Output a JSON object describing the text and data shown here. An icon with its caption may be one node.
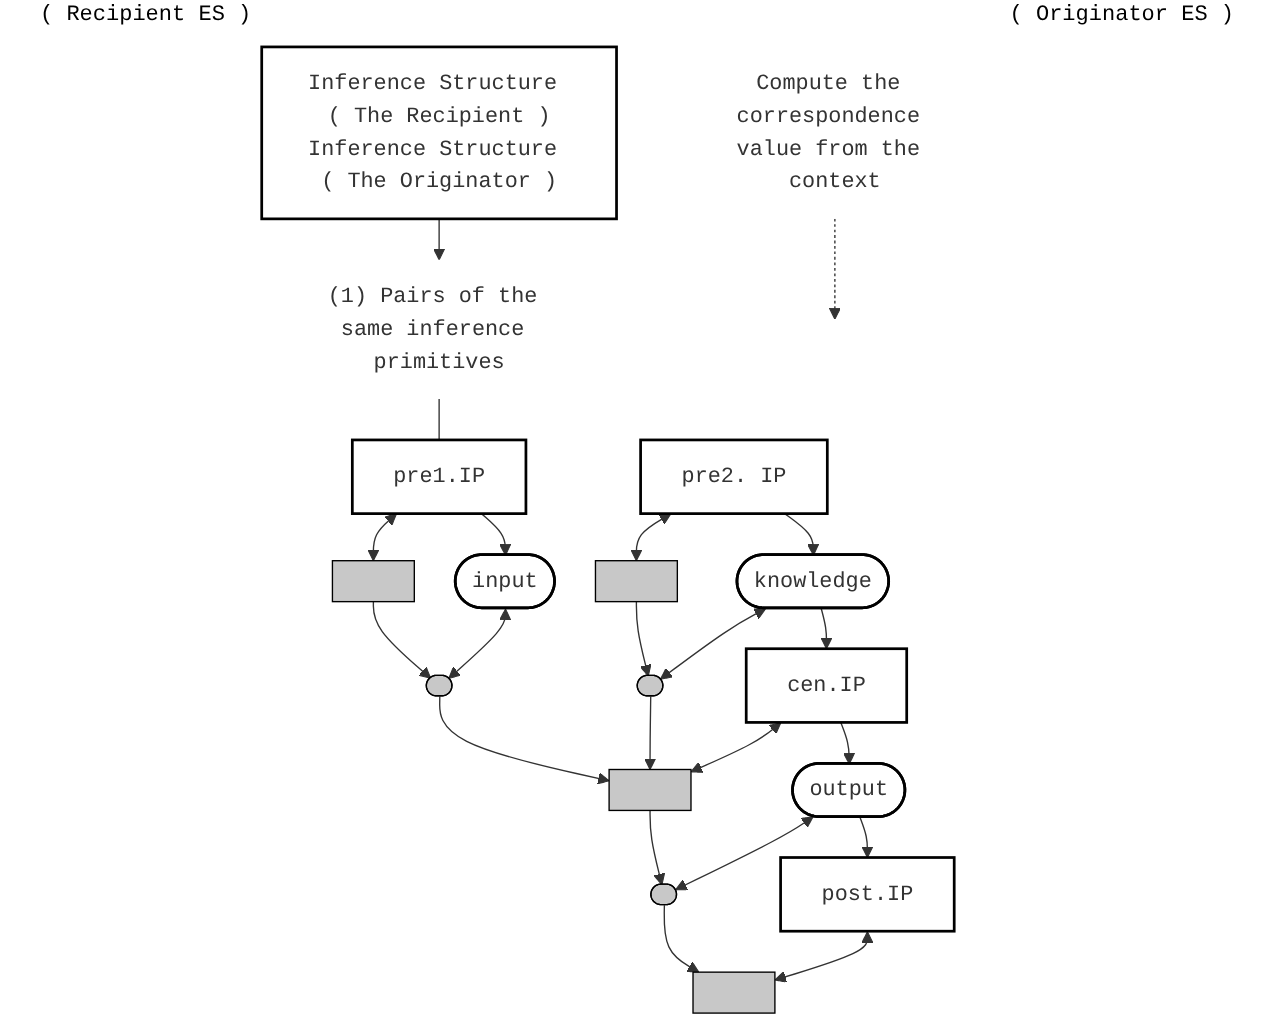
{
  "diagram": {
    "nodes": [
      {
        "text": [
          "Inference Structure ( The Recipient )",
          "Inference Structure ( The Originator )"
        ]
      },
      {
        "text": [
          "(1) Pairs of the same inference primitives"
        ]
      },
      {
        "text": [
          "Compute the correspondence value from the context"
        ]
      },
      {
        "text": [
          "pre1.IP"
        ]
      },
      {
        "text": [],
        "shape": "box"
      },
      {
        "text": [
          "pre2. IP"
        ]
      },
      {
        "text": [],
        "shape": "box"
      },
      {
        "text": [
          "input"
        ]
      },
      {
        "text": [],
        "shape": "ellipse"
      },
      {
        "text": [
          "knowledge"
        ]
      },
      {
        "text": [
          "cen.IP"
        ]
      },
      {
        "text": [],
        "shape": "ellipse"
      },
      {
        "text": [],
        "shape": "box"
      },
      {
        "text": [
          "output"
        ]
      },
      {
        "text": [],
        "shape": "ellipse"
      },
      {
        "text": [
          "post.IP"
        ]
      },
      {
        "text": [],
        "shape": "box"
      }
    ],
    "edges": [
      {
        "from": 0,
        "to": 1,
        "arrow": "to"
      },
      {
        "from": 1,
        "to": 3,
        "arrow": "none"
      },
      {
        "from": 2,
        "to": null,
        "arrow": "to",
        "style": "dashed"
      },
      {
        "from": 3,
        "to": 4,
        "arrow": "both"
      },
      {
        "from": 5,
        "to": 6,
        "arrow": "both"
      },
      {
        "from": 3,
        "to": 7,
        "arrow": "to"
      },
      {
        "from": 4,
        "to": 8,
        "arrow": "to"
      },
      {
        "from": 6,
        "to": 11,
        "arrow": "to"
      },
      {
        "from": 7,
        "to": 8,
        "arrow": "both"
      },
      {
        "from": 5,
        "to": 9,
        "arrow": "to"
      },
      {
        "from": 8,
        "to": 12,
        "arrow": "to"
      },
      {
        "from": 9,
        "to": 11,
        "arrow": "both"
      },
      {
        "from": 9,
        "to": 10,
        "arrow": "to"
      },
      {
        "from": 11,
        "to": 12,
        "arrow": "to"
      },
      {
        "from": 10,
        "to": 12,
        "arrow": "both"
      },
      {
        "from": 10,
        "to": 13,
        "arrow": "to"
      },
      {
        "from": 12,
        "to": 14,
        "arrow": "to"
      },
      {
        "from": 13,
        "to": 14,
        "arrow": "both"
      },
      {
        "from": 13,
        "to": 15,
        "arrow": "to"
      },
      {
        "from": 14,
        "to": 16,
        "arrow": "to"
      },
      {
        "from": 15,
        "to": 16,
        "arrow": "both"
      }
    ],
    "labels": [
      "( Recipient ES )",
      "( Originator ES )"
    ]
  }
}
